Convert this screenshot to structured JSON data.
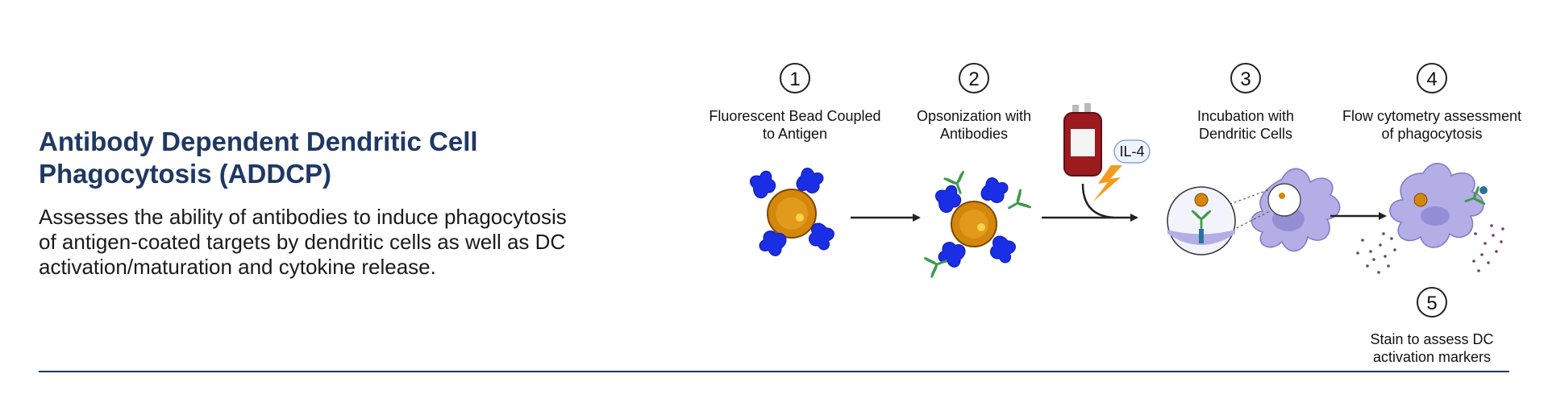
{
  "heading": {
    "line1": "Antibody Dependent Dendritic Cell",
    "line2": "Phagocytosis (ADDCP)"
  },
  "description": {
    "line1": "Assesses the ability of antibodies to induce phagocytosis",
    "line2": "of antigen-coated targets by dendritic cells as well as DC",
    "line3": "activation/maturation and cytokine release."
  },
  "steps": [
    {
      "number": "1",
      "label_line1": "Fluorescent Bead Coupled",
      "label_line2": "to Antigen"
    },
    {
      "number": "2",
      "label_line1": "Opsonization with",
      "label_line2": "Antibodies"
    },
    {
      "number": "3",
      "label_line1": "Incubation with",
      "label_line2": "Dendritic Cells"
    },
    {
      "number": "4",
      "label_line1": "Flow cytometry assessment",
      "label_line2": "of phagocytosis"
    },
    {
      "number": "5",
      "label_line1": "Stain to assess DC",
      "label_line2": "activation markers"
    }
  ],
  "cytokine_label": "IL-4",
  "colors": {
    "heading": "#1f3864",
    "antigen": "#1a2ee6",
    "bead": "#d4870a",
    "antibody": "#3d9a4a",
    "cell": "#b3aee6",
    "blood_bag": "#9b1b1f"
  }
}
